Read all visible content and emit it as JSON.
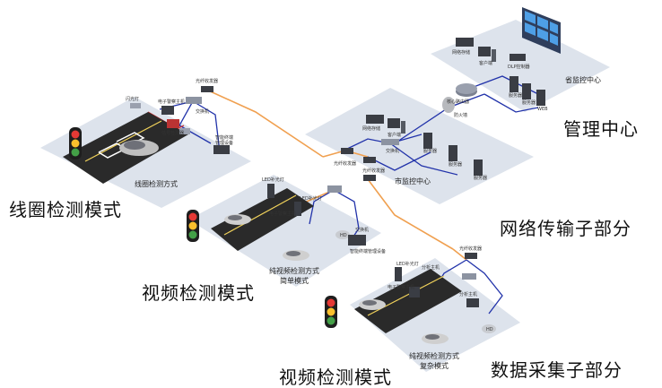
{
  "labels": {
    "management_center": "管理中心",
    "network_subsystem": "网络传输子部分",
    "data_collection_subsystem": "数据采集子部分",
    "loop_detection_mode": "线圈检测模式",
    "video_detection_mode_1": "视频检测模式",
    "video_detection_mode_2": "视频检测模式"
  },
  "zone_captions": {
    "loop_zone": "线圈检测方式",
    "video_simple_line1": "纯视频检测方式",
    "video_simple_line2": "简单模式",
    "video_complex_line1": "纯视频检测方式",
    "video_complex_line2": "复杂模式",
    "city_center": "市监控中心",
    "province_center": "省监控中心"
  },
  "device_labels": {
    "fiber_top": "光纤收发器",
    "flash_light": "闪光灯",
    "police_host": "电子警察主机",
    "switch_loop": "交换机",
    "signal_detector": "信号检测器",
    "smart_terminal_1": "智能终端",
    "smart_terminal_2": "管理设备",
    "led_fill_1": "LED补光灯",
    "led_fill_2": "LED补光灯",
    "police_host_2": "电子警察主机",
    "switch_video": "交换机",
    "smart_mgmt": "智能终端管理设备",
    "led_fill_3": "LED补光灯",
    "split_host": "分析主机",
    "police_host_3": "电子警察主机",
    "split_host_2": "分析主机",
    "fiber_mid": "光纤收发器",
    "fiber_right": "光纤收发器",
    "fiber_city": "光纤收发器",
    "switch_city": "交换机",
    "storage_city": "网络存储",
    "client_city": "客户端",
    "server_city_1": "服务器",
    "server_city_2": "服务器",
    "server_city_3": "服务器",
    "core_router": "核心路由器",
    "firewall": "防火墙",
    "storage_prov": "网络存储",
    "client_prov": "客户端",
    "dlp": "DLP控制器",
    "server_prov_1": "服务器",
    "server_prov_2": "服务器",
    "server_prov_3": "WEB",
    "hd_1": "HD",
    "hd_2": "HD"
  }
}
